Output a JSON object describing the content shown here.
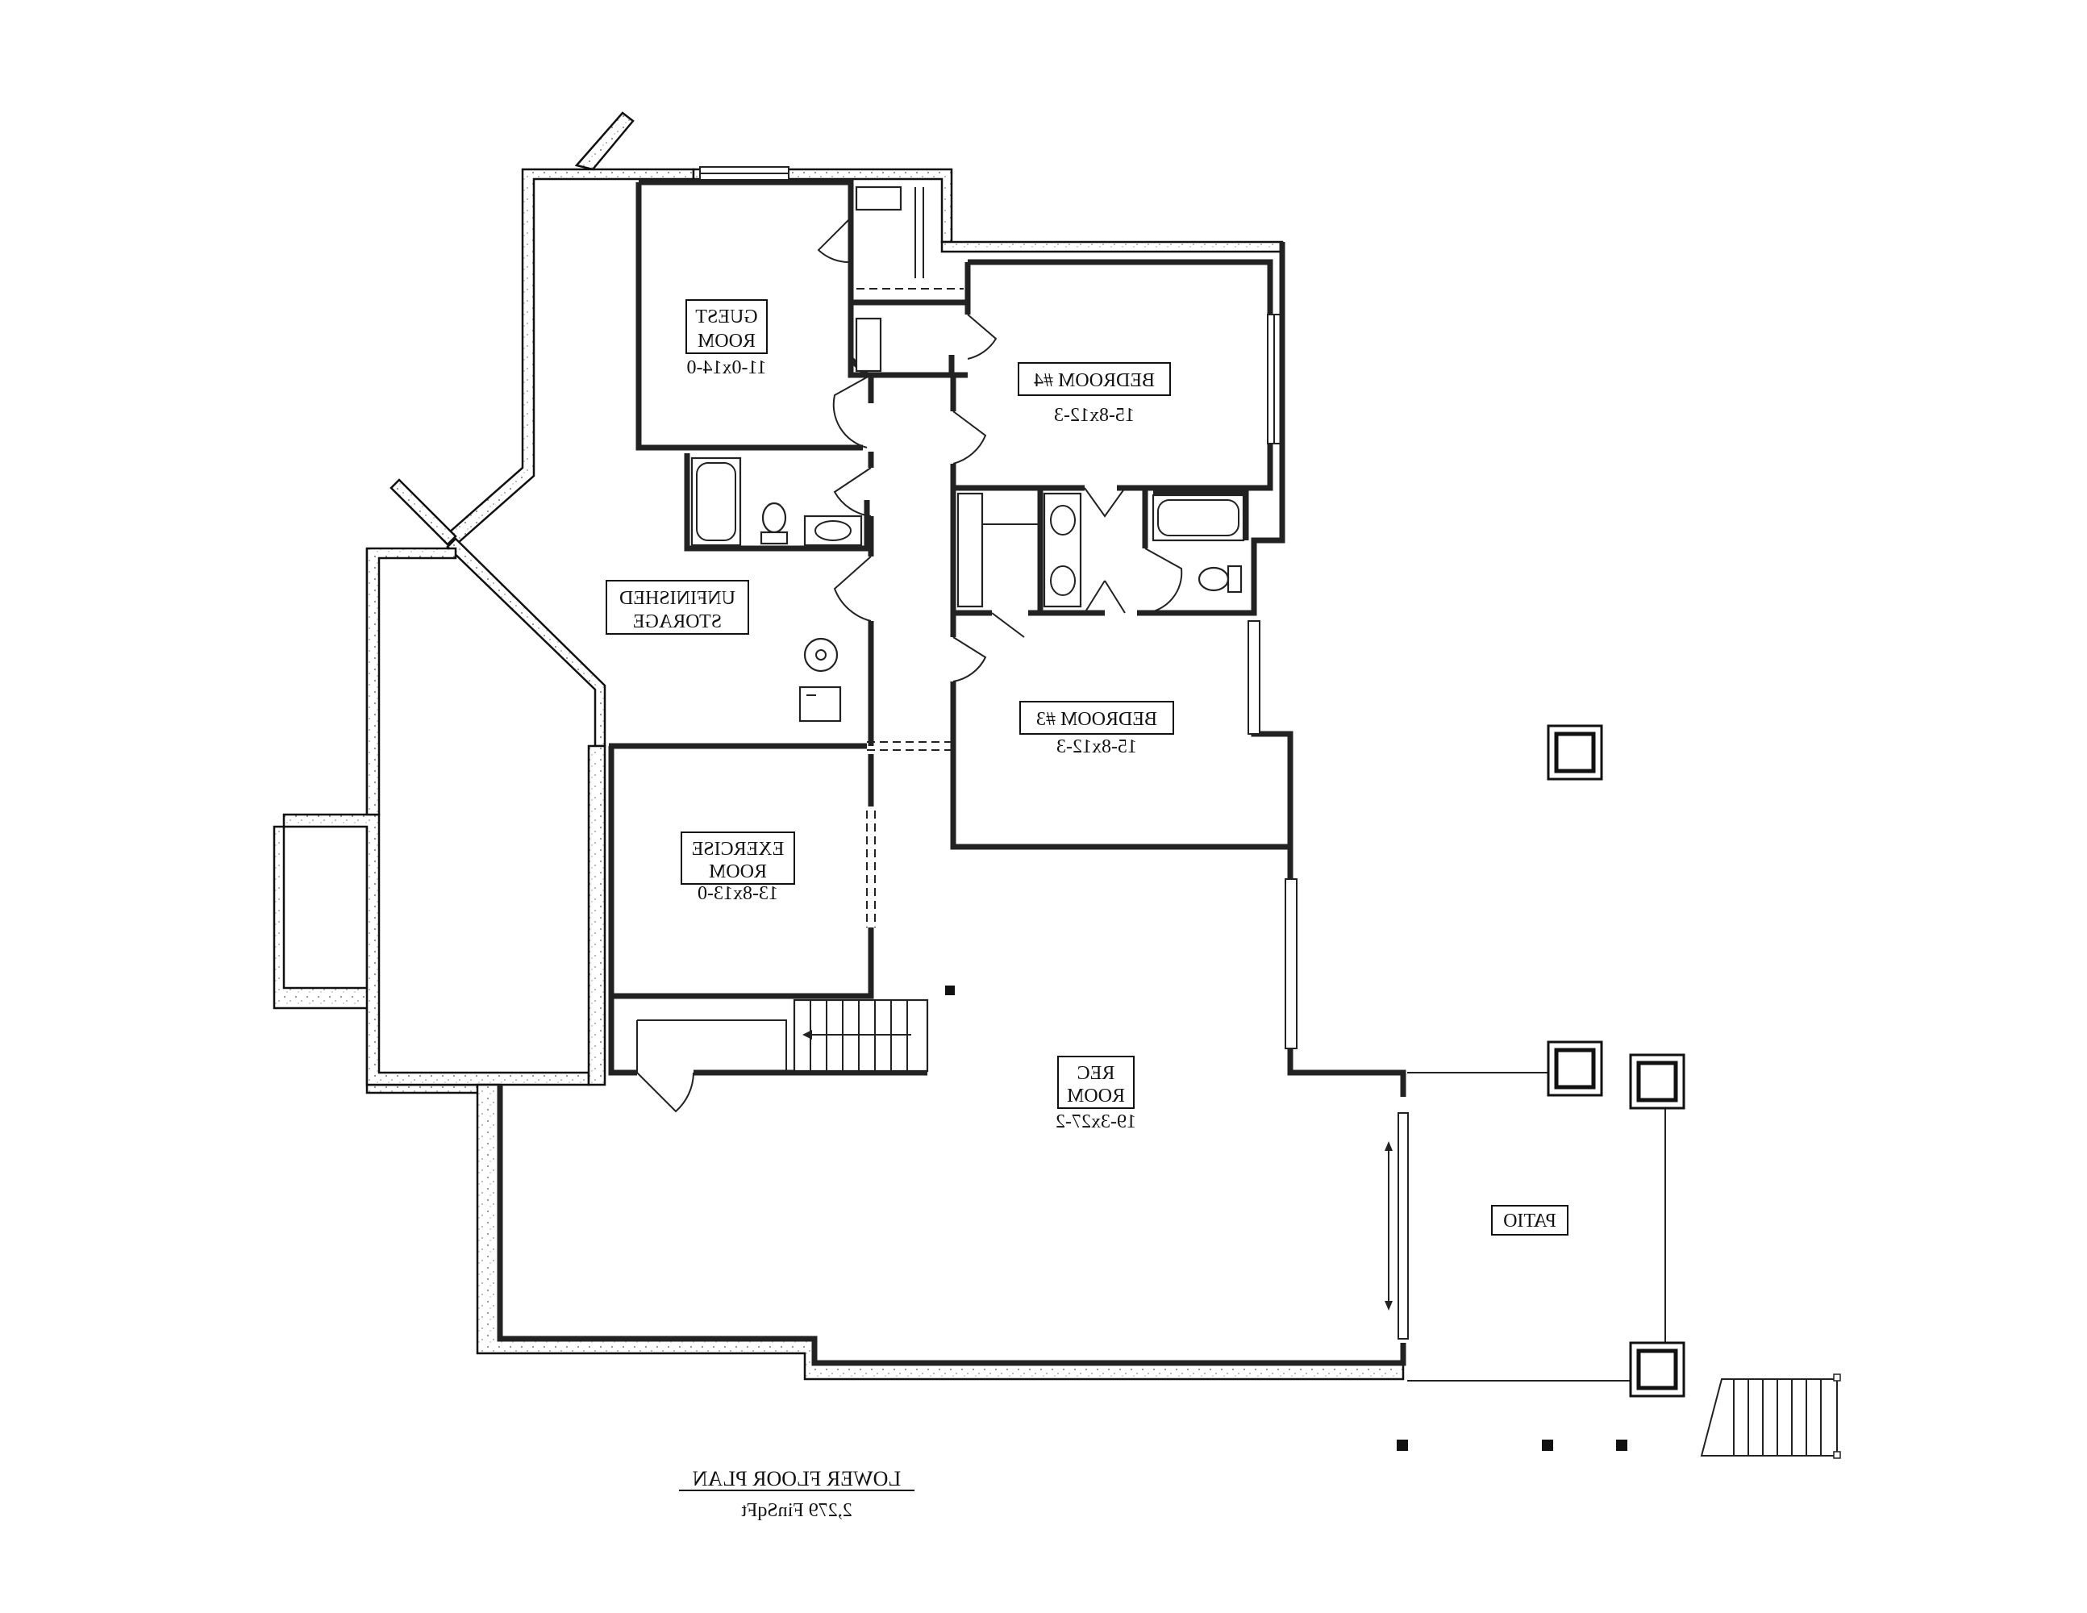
{
  "colors": {
    "ink": "#111111",
    "background": "#ffffff"
  },
  "rooms": {
    "guest_room": {
      "name_line1": "GUEST",
      "name_line2": "ROOM",
      "size": "11-0x14-0"
    },
    "bedroom4": {
      "name": "BEDROOM #4",
      "size": "15-8x12-3"
    },
    "bedroom3": {
      "name": "BEDROOM #3",
      "size": "15-8x12-3"
    },
    "storage": {
      "name_line1": "UNFINISHED",
      "name_line2": "STORAGE"
    },
    "exercise_room": {
      "name_line1": "EXERCISE",
      "name_line2": "ROOM",
      "size": "13-8x13-0"
    },
    "rec_room": {
      "name_line1": "REC",
      "name_line2": "ROOM",
      "size": "19-3x27-2"
    },
    "patio": {
      "name": "PATIO"
    }
  },
  "caption": {
    "title": "LOWER FLOOR PLAN",
    "area": "2,279 FinSqFt"
  },
  "mirrored_text": true
}
